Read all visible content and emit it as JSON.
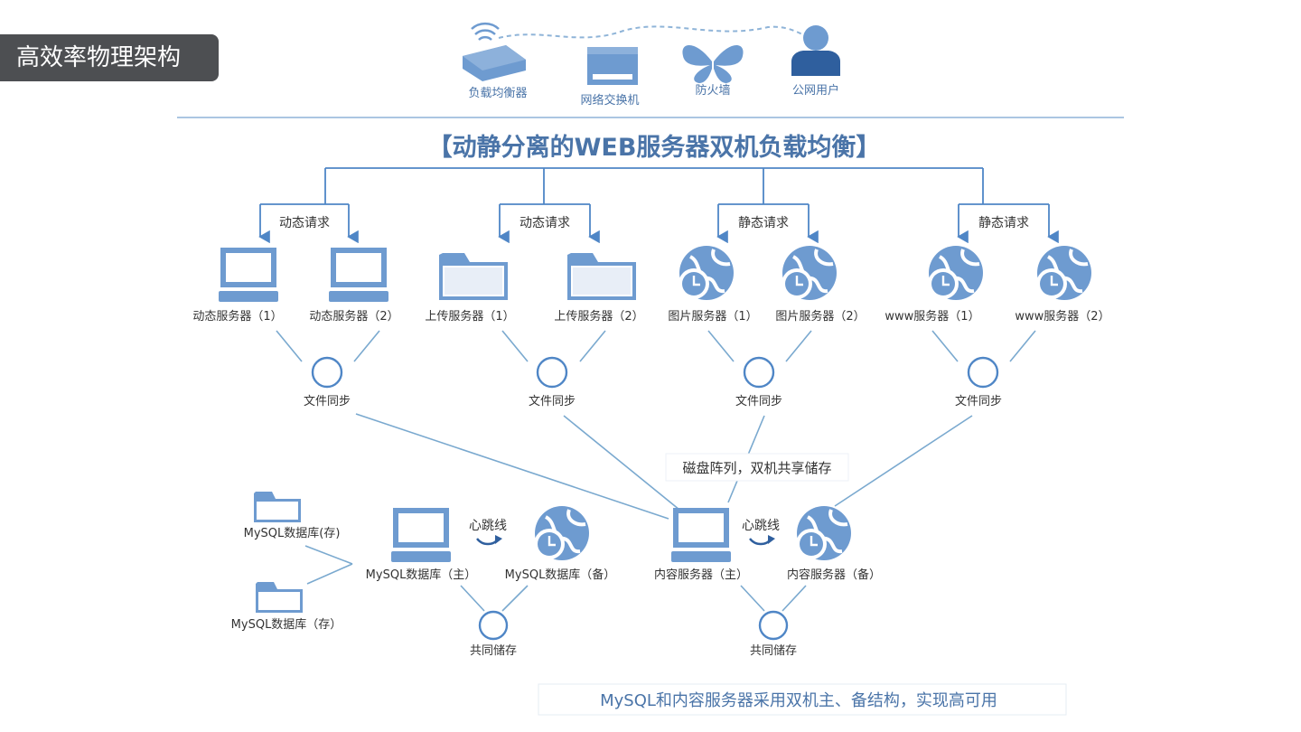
{
  "slide_title": "高效率物理架构",
  "legend": {
    "load_balancer": "负载均衡器",
    "switch": "网络交换机",
    "firewall": "防火墙",
    "public_user": "公网用户"
  },
  "heading": "【动静分离的WEB服务器双机负载均衡】",
  "groups": [
    {
      "request": "动态请求",
      "servers": [
        "动态服务器（1）",
        "动态服务器（2）"
      ],
      "sync": "文件同步"
    },
    {
      "request": "动态请求",
      "servers": [
        "上传服务器（1）",
        "上传服务器（2）"
      ],
      "sync": "文件同步"
    },
    {
      "request": "静态请求",
      "servers": [
        "图片服务器（1）",
        "图片服务器（2）"
      ],
      "sync": "文件同步"
    },
    {
      "request": "静态请求",
      "servers": [
        "www服务器（1）",
        "www服务器（2）"
      ],
      "sync": "文件同步"
    }
  ],
  "disk_array": "磁盘阵列，双机共享储存",
  "mysql": {
    "store_1": "MySQL数据库(存)",
    "store_2": "MySQL数据库（存）",
    "master": "MySQL数据库（主）",
    "backup": "MySQL数据库（备）",
    "heartbeat": "心跳线",
    "shared": "共同储存"
  },
  "content": {
    "master": "内容服务器（主）",
    "backup": "内容服务器（备）",
    "heartbeat": "心跳线",
    "shared": "共同储存"
  },
  "footer": "MySQL和内容服务器采用双机主、备结构，实现高可用",
  "colors": {
    "accent": "#4f86c6",
    "icon": "#6e9bd0",
    "title_bg": "#4d4f52"
  }
}
